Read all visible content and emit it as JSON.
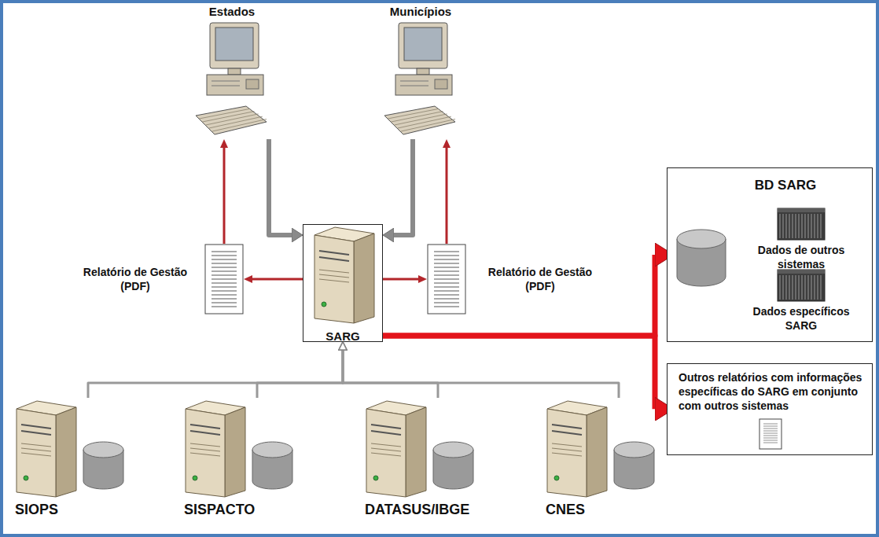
{
  "diagram": {
    "nodes": [
      {
        "text": [
          "Estados"
        ]
      },
      {
        "text": [
          "Municípios"
        ]
      },
      {
        "text": [
          "Relatório de Gestão (PDF)"
        ]
      },
      {
        "text": [
          "SARG"
        ]
      },
      {
        "text": [
          "Relatório de Gestão (PDF)"
        ]
      },
      {
        "text": [
          "BD SARG"
        ]
      },
      {
        "text": [
          "Dados de outros sistemas"
        ],
        "in": 5
      },
      {
        "text": [
          "Dados específicos SARG"
        ],
        "in": 5
      },
      {
        "text": [
          "Outros relatórios com informações específicas do SARG em conjunto com outros sistemas"
        ]
      },
      {
        "text": [
          "SIOPS"
        ]
      },
      {
        "text": [
          "SISPACTO"
        ]
      },
      {
        "text": [
          "DATASUS/IBGE"
        ]
      },
      {
        "text": [
          "CNES"
        ]
      }
    ],
    "edges": [
      {
        "from": 0,
        "to": 3,
        "arrow": "to"
      },
      {
        "from": 1,
        "to": 3,
        "arrow": "to"
      },
      {
        "from": 3,
        "to": 2,
        "arrow": "to"
      },
      {
        "from": 3,
        "to": 4,
        "arrow": "to"
      },
      {
        "from": 2,
        "to": 0,
        "arrow": "to"
      },
      {
        "from": 4,
        "to": 1,
        "arrow": "to"
      },
      {
        "from": 3,
        "to": 5,
        "arrow": "to"
      },
      {
        "from": 3,
        "to": 8,
        "arrow": "to"
      },
      {
        "from": 9,
        "to": 3,
        "arrow": "to"
      },
      {
        "from": 10,
        "to": 3,
        "arrow": "to"
      },
      {
        "from": 11,
        "to": 3,
        "arrow": "to"
      },
      {
        "from": 12,
        "to": 3,
        "arrow": "to"
      }
    ]
  }
}
